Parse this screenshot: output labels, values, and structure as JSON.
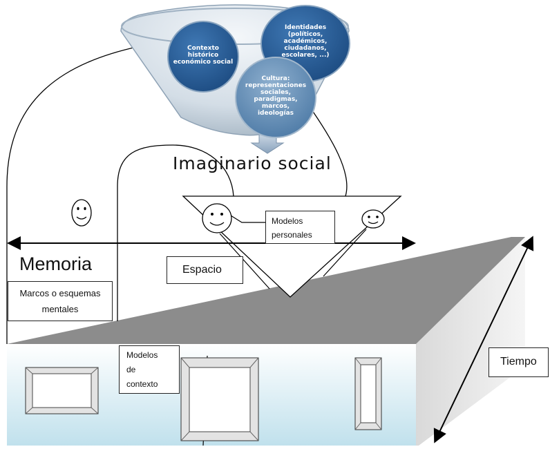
{
  "funnel": {
    "circles": [
      {
        "lines": [
          "Contexto",
          "histórico",
          "económico social"
        ]
      },
      {
        "lines": [
          "Identidades",
          "(políticos,",
          "académicos,",
          "ciudadanos,",
          "escolares, ...)"
        ]
      },
      {
        "lines": [
          "Cultura:",
          "representaciones",
          "sociales,",
          "paradigmas,",
          "marcos,",
          "ideologías"
        ]
      }
    ]
  },
  "labels": {
    "imaginario": "Imaginario social",
    "memoria": "Memoria",
    "espacio": "Espacio",
    "tiempo": "Tiempo",
    "marcos_line1": "Marcos o esquemas",
    "marcos_line2": "mentales",
    "modelos_personales_line1": "Modelos",
    "modelos_personales_line2": "personales",
    "modelos_contexto_line1": "Modelos",
    "modelos_contexto_line2": "de",
    "modelos_contexto_line3": "contexto"
  },
  "colors": {
    "circle_fill": "#2b5d95",
    "circle_edge": "#1a3c66",
    "roof": "#8c8c8c",
    "wall_top": "#ffffff",
    "wall_bottom": "#bfe0ec"
  }
}
